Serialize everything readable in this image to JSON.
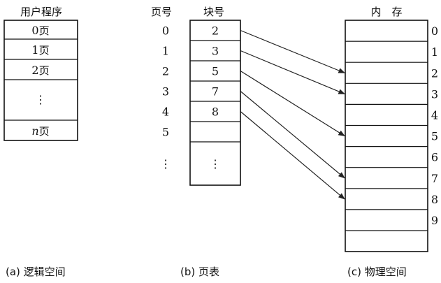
{
  "logical": {
    "title": "用户程序",
    "pages": [
      {
        "num": "0",
        "unit": "页"
      },
      {
        "num": "1",
        "unit": "页"
      },
      {
        "num": "2",
        "unit": "页"
      },
      {
        "num": "",
        "unit": "⋮"
      },
      {
        "num": "n",
        "unit": "页"
      }
    ],
    "caption": "(a) 逻辑空间"
  },
  "page_table": {
    "page_header": "页号",
    "block_header": "块号",
    "page_numbers": [
      "0",
      "1",
      "2",
      "3",
      "4",
      "5",
      "⋮"
    ],
    "blocks": [
      "2",
      "3",
      "5",
      "7",
      "8",
      "",
      "⋮"
    ],
    "caption": "(b) 页表"
  },
  "memory": {
    "title": "内　存",
    "frame_numbers": [
      "0",
      "1",
      "2",
      "3",
      "4",
      "5",
      "6",
      "7",
      "8",
      "9",
      ""
    ],
    "caption": "(c) 物理空间"
  },
  "mappings": [
    {
      "page": 0,
      "frame": 2
    },
    {
      "page": 1,
      "frame": 3
    },
    {
      "page": 2,
      "frame": 5
    },
    {
      "page": 3,
      "frame": 7
    },
    {
      "page": 4,
      "frame": 8
    }
  ]
}
